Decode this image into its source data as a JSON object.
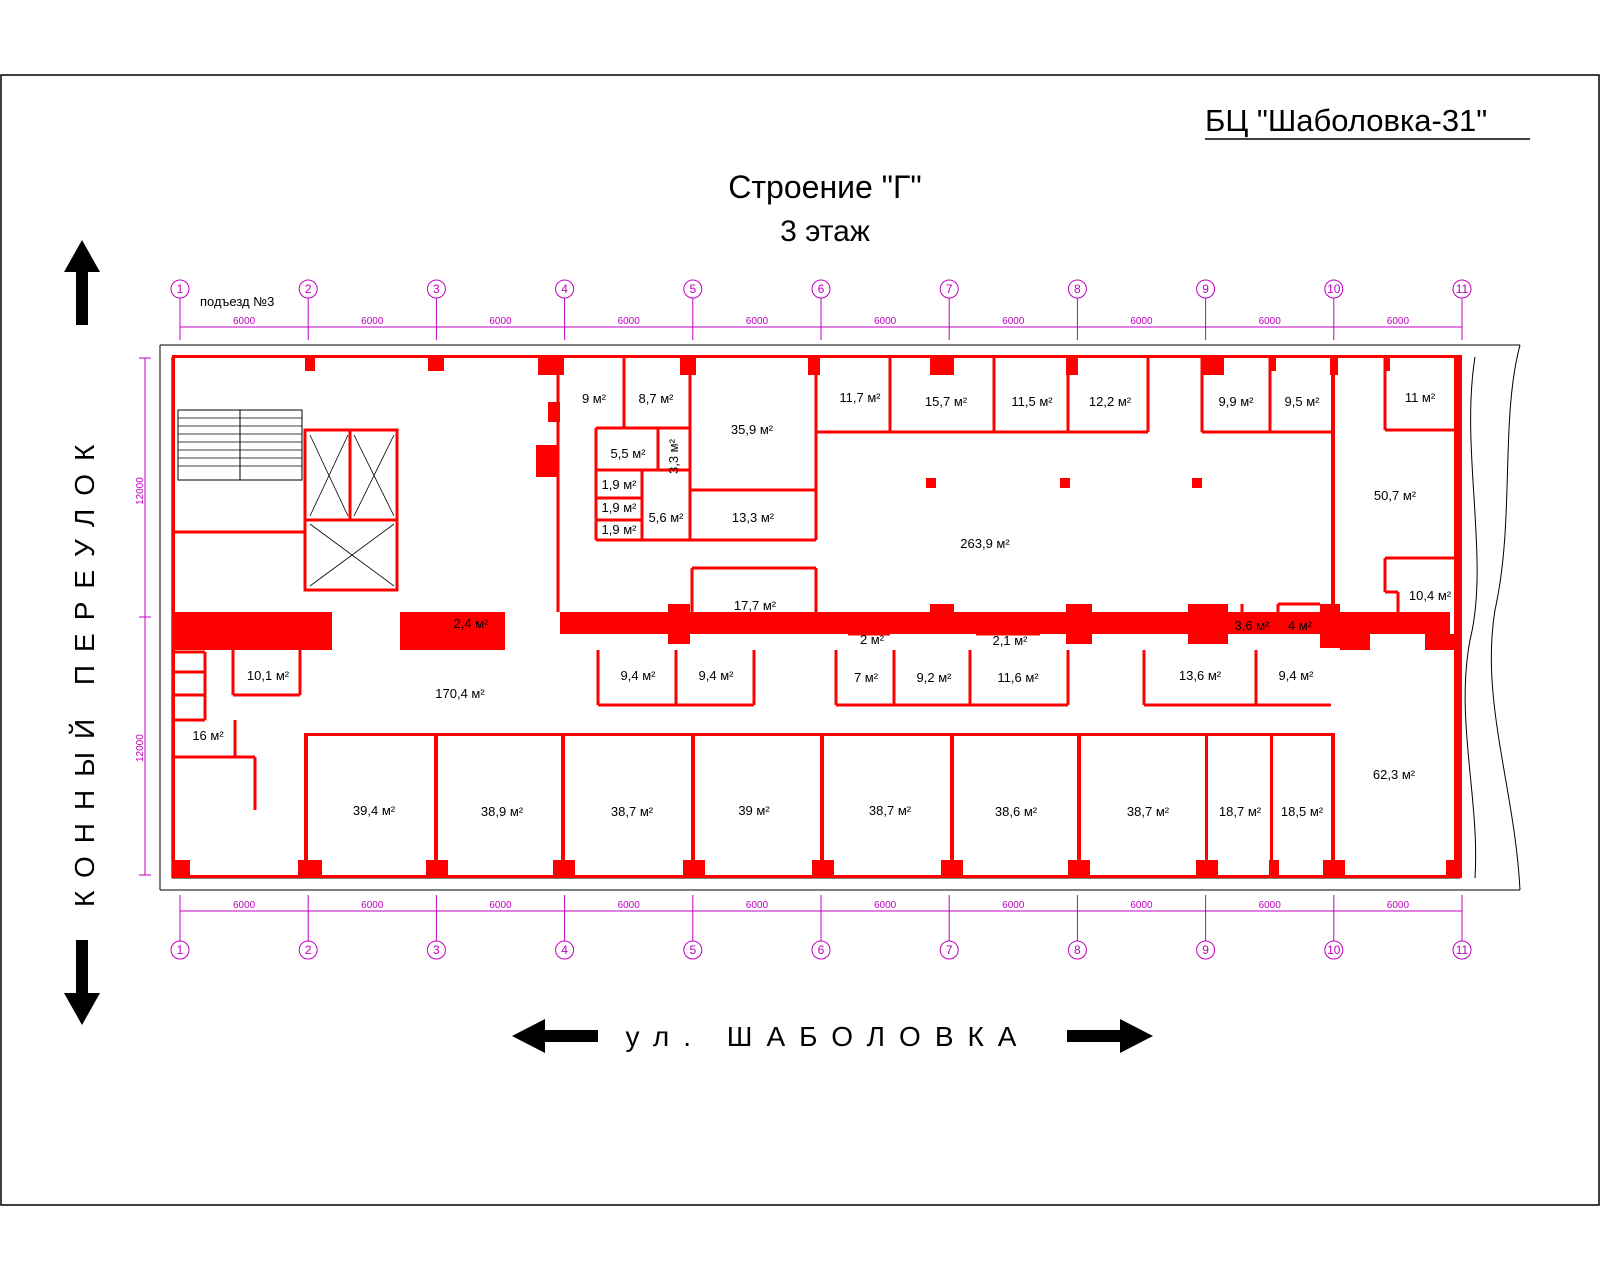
{
  "header": {
    "business_center": "БЦ \"Шаболовка-31\"",
    "building": "Строение \"Г\"",
    "floor": "3 этаж"
  },
  "streets": {
    "bottom": "ул. ШАБОЛОВКА",
    "left": "КОННЫЙ ПЕРЕУЛОК"
  },
  "entrance_label": "подъезд №3",
  "axes": [
    "1",
    "2",
    "3",
    "4",
    "5",
    "6",
    "7",
    "8",
    "9",
    "10",
    "11"
  ],
  "span_dimension": "6000",
  "depth_dimension": "12000",
  "colors": {
    "walls": "#ff0000",
    "axes": "#c000c0",
    "frame": "#000000"
  },
  "rooms": [
    {
      "id": "r01",
      "area": "9 м²"
    },
    {
      "id": "r02",
      "area": "8,7 м²"
    },
    {
      "id": "r03",
      "area": "35,9 м²"
    },
    {
      "id": "r04",
      "area": "11,7 м²"
    },
    {
      "id": "r05",
      "area": "15,7 м²"
    },
    {
      "id": "r06",
      "area": "11,5 м²"
    },
    {
      "id": "r07",
      "area": "12,2 м²"
    },
    {
      "id": "r08",
      "area": "9,9 м²"
    },
    {
      "id": "r09",
      "area": "9,5 м²"
    },
    {
      "id": "r10",
      "area": "11 м²"
    },
    {
      "id": "r11",
      "area": "5,5 м²"
    },
    {
      "id": "r12",
      "area": "3,3 м²"
    },
    {
      "id": "r13",
      "area": "1,9 м²"
    },
    {
      "id": "r14",
      "area": "1,9 м²"
    },
    {
      "id": "r15",
      "area": "1,9 м²"
    },
    {
      "id": "r16",
      "area": "5,6 м²"
    },
    {
      "id": "r17",
      "area": "13,3 м²"
    },
    {
      "id": "r18",
      "area": "263,9 м²"
    },
    {
      "id": "r19",
      "area": "50,7 м²"
    },
    {
      "id": "r20",
      "area": "17,7 м²"
    },
    {
      "id": "r21",
      "area": "10,4 м²"
    },
    {
      "id": "r22",
      "area": "2,4 м²"
    },
    {
      "id": "r23",
      "area": "2 м²"
    },
    {
      "id": "r24",
      "area": "2,1 м²"
    },
    {
      "id": "r25",
      "area": "3,6 м²"
    },
    {
      "id": "r26",
      "area": "4 м²"
    },
    {
      "id": "r27",
      "area": "10,1 м²"
    },
    {
      "id": "r28",
      "area": "170,4 м²"
    },
    {
      "id": "r29",
      "area": "9,4 м²"
    },
    {
      "id": "r30",
      "area": "9,4 м²"
    },
    {
      "id": "r31",
      "area": "7 м²"
    },
    {
      "id": "r32",
      "area": "9,2 м²"
    },
    {
      "id": "r33",
      "area": "11,6 м²"
    },
    {
      "id": "r34",
      "area": "13,6 м²"
    },
    {
      "id": "r35",
      "area": "9,4 м²"
    },
    {
      "id": "r36",
      "area": "16 м²"
    },
    {
      "id": "r37",
      "area": "39,4 м²"
    },
    {
      "id": "r38",
      "area": "38,9 м²"
    },
    {
      "id": "r39",
      "area": "38,7 м²"
    },
    {
      "id": "r40",
      "area": "39 м²"
    },
    {
      "id": "r41",
      "area": "38,7 м²"
    },
    {
      "id": "r42",
      "area": "38,6 м²"
    },
    {
      "id": "r43",
      "area": "38,7 м²"
    },
    {
      "id": "r44",
      "area": "18,7 м²"
    },
    {
      "id": "r45",
      "area": "18,5 м²"
    },
    {
      "id": "r46",
      "area": "62,3 м²"
    }
  ]
}
